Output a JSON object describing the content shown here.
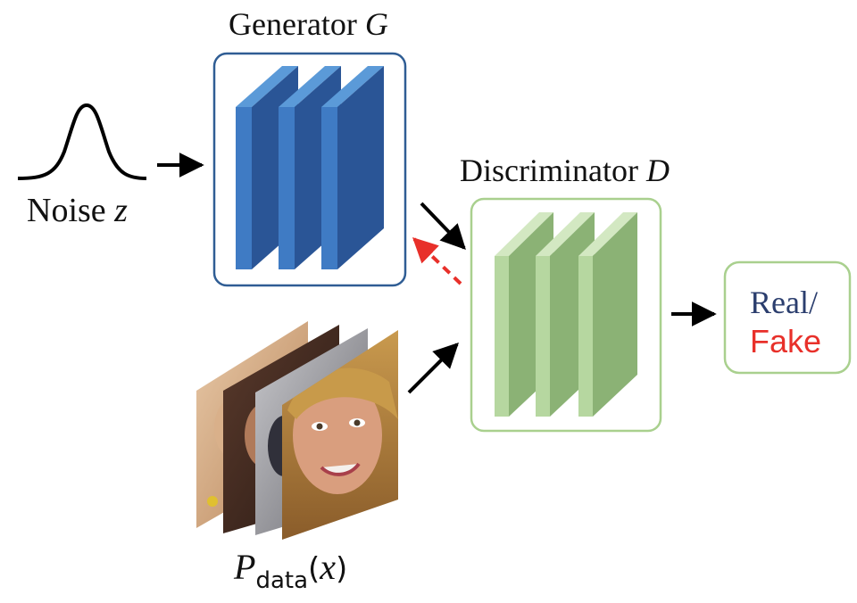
{
  "generator": {
    "title": "Generator",
    "symbol": "G"
  },
  "discriminator": {
    "title": "Discriminator",
    "symbol": "D"
  },
  "noise": {
    "label": "Noise",
    "symbol": "z"
  },
  "data": {
    "symbol": "P",
    "subscript": "data",
    "open": "(",
    "arg": "x",
    "close": ")"
  },
  "output": {
    "real": "Real/",
    "fake": "Fake"
  },
  "colors": {
    "generator_border": "#2f5d94",
    "generator_dark": "#2a5596",
    "generator_light": "#4a86cc",
    "discriminator_border": "#a9d08e",
    "discriminator_dark": "#82a86a",
    "discriminator_light": "#b6d7a0",
    "real_text": "#2b3e6e",
    "fake_text": "#e8302a",
    "feedback_arrow": "#e8302a"
  }
}
